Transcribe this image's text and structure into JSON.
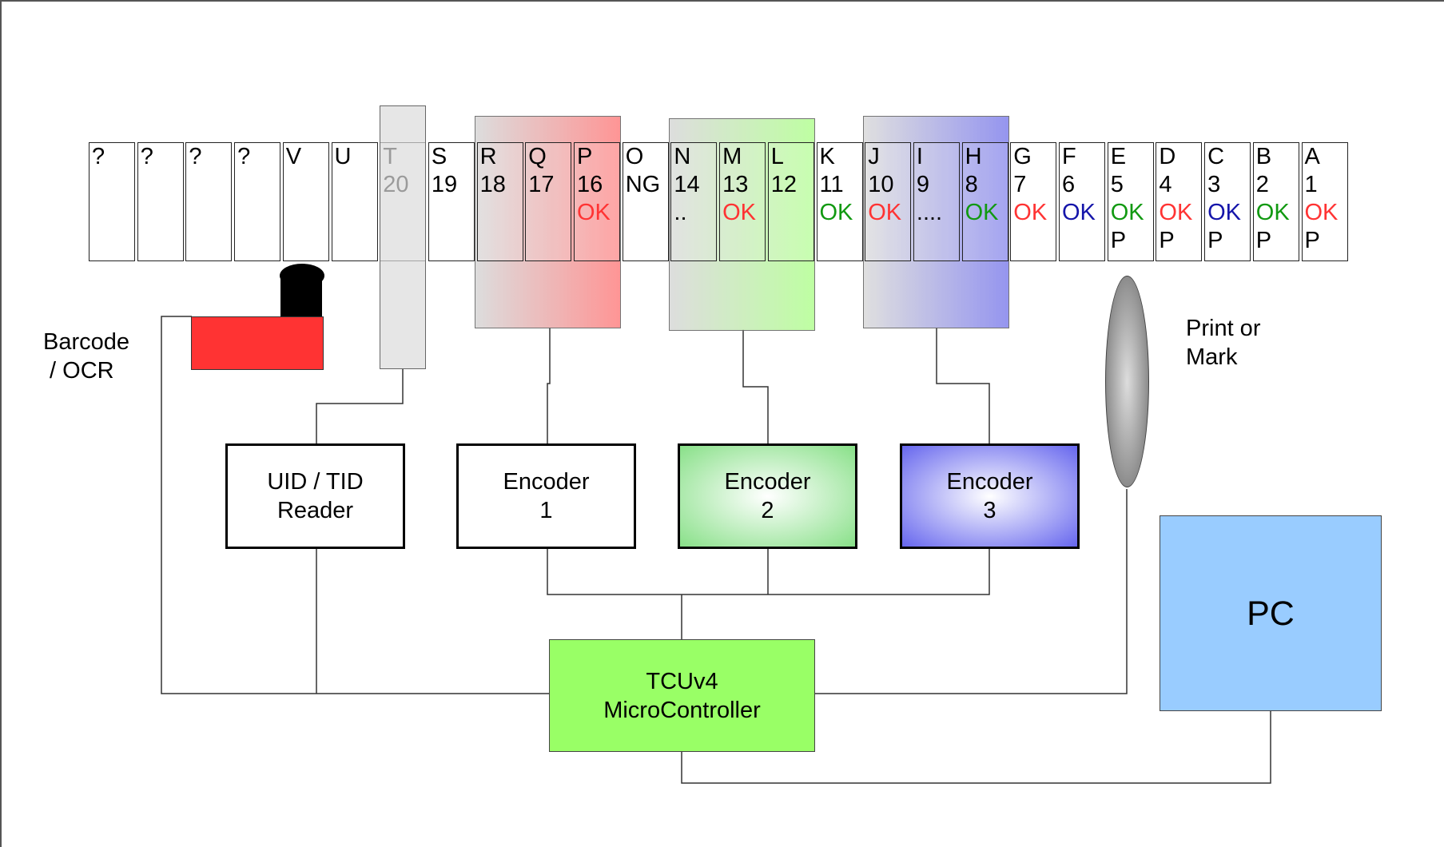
{
  "colors": {
    "ok_red": "#ff3333",
    "ok_green": "#119911",
    "ok_blue": "#1515aa",
    "mcu_fill": "#99ff66",
    "pc_fill": "#99ccff",
    "barcode_red": "#ff3333",
    "group_red": "#ff8888",
    "group_green": "#bbff99",
    "group_blue": "#8888ee"
  },
  "conveyor_cells": [
    {
      "letter": "?",
      "number": "",
      "mark": "",
      "status": "",
      "status_color": ""
    },
    {
      "letter": "?",
      "number": "",
      "mark": "",
      "status": "",
      "status_color": ""
    },
    {
      "letter": "?",
      "number": "",
      "mark": "",
      "status": "",
      "status_color": ""
    },
    {
      "letter": "?",
      "number": "",
      "mark": "",
      "status": "",
      "status_color": ""
    },
    {
      "letter": "V",
      "number": "",
      "mark": "",
      "status": "",
      "status_color": ""
    },
    {
      "letter": "U",
      "number": "",
      "mark": "",
      "status": "",
      "status_color": ""
    },
    {
      "letter": "T",
      "number": "20",
      "mark": "",
      "status": "",
      "status_color": ""
    },
    {
      "letter": "S",
      "number": "19",
      "mark": "",
      "status": "",
      "status_color": ""
    },
    {
      "letter": "R",
      "number": "18",
      "mark": "",
      "status": "",
      "status_color": ""
    },
    {
      "letter": "Q",
      "number": "17",
      "mark": "",
      "status": "",
      "status_color": ""
    },
    {
      "letter": "P",
      "number": "16",
      "mark": "",
      "status": "OK",
      "status_color": "red"
    },
    {
      "letter": "O",
      "number": "NG",
      "mark": "",
      "status": "",
      "status_color": ""
    },
    {
      "letter": "N",
      "number": "14",
      "mark": "",
      "status": "..",
      "status_color": "black"
    },
    {
      "letter": "M",
      "number": "13",
      "mark": "",
      "status": "OK",
      "status_color": "red"
    },
    {
      "letter": "L",
      "number": "12",
      "mark": "",
      "status": "",
      "status_color": ""
    },
    {
      "letter": "K",
      "number": "11",
      "mark": "",
      "status": "OK",
      "status_color": "green"
    },
    {
      "letter": "J",
      "number": "10",
      "mark": "",
      "status": "OK",
      "status_color": "red"
    },
    {
      "letter": "I",
      "number": "9",
      "mark": "",
      "status": "....",
      "status_color": "black"
    },
    {
      "letter": "H",
      "number": "8",
      "mark": "",
      "status": "OK",
      "status_color": "green"
    },
    {
      "letter": "G",
      "number": "7",
      "mark": "",
      "status": "OK",
      "status_color": "red"
    },
    {
      "letter": "F",
      "number": "6",
      "mark": "",
      "status": "OK",
      "status_color": "blue"
    },
    {
      "letter": "E",
      "number": "5",
      "mark": "P",
      "status": "OK",
      "status_color": "green"
    },
    {
      "letter": "D",
      "number": "4",
      "mark": "P",
      "status": "OK",
      "status_color": "red"
    },
    {
      "letter": "C",
      "number": "3",
      "mark": "P",
      "status": "OK",
      "status_color": "blue"
    },
    {
      "letter": "B",
      "number": "2",
      "mark": "P",
      "status": "OK",
      "status_color": "green"
    },
    {
      "letter": "A",
      "number": "1",
      "mark": "P",
      "status": "OK",
      "status_color": "red"
    }
  ],
  "labels": {
    "barcode": "Barcode\n / OCR",
    "print": "Print or\nMark"
  },
  "blocks": {
    "reader": "UID / TID\nReader",
    "encoder1": "Encoder\n1",
    "encoder2": "Encoder\n2",
    "encoder3": "Encoder\n3",
    "mcu": "TCUv4\nMicroController",
    "pc": "PC"
  }
}
